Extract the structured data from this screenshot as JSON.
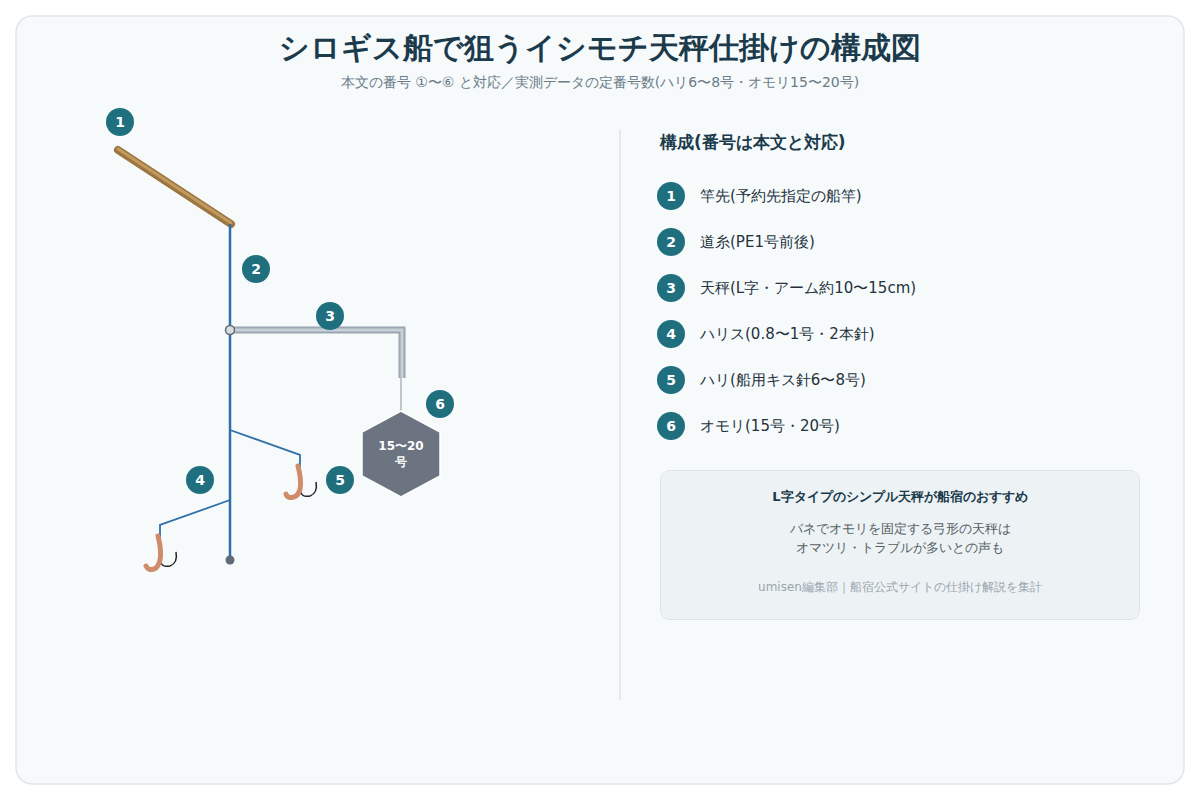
{
  "diagram": {
    "title": "シロギス船で狙うイシモチ天秤仕掛けの構成図",
    "caption": "本文の番号 ①〜⑥ と対応／実測データの定番号数(ハリ6〜8号・オモリ15〜20号)",
    "nodes": [
      {
        "text": [
          "15〜20 号"
        ]
      },
      {
        "text": [
          "L字タイプのシンプル天秤が船宿のおすすめ",
          "バネでオモリを固定する弓形の天秤は オマツリ・トラブルが多いとの声も",
          "umisen編集部｜船宿公式サイトの仕掛け解説を集計"
        ]
      }
    ],
    "edges": [],
    "labels": [
      "1",
      "2",
      "3",
      "4",
      "5",
      "6",
      "構成(番号は本文と対応)",
      "1",
      "竿先(予約先指定の船竿)",
      "2",
      "道糸(PE1号前後)",
      "3",
      "天秤(L字・アーム約10〜15cm)",
      "4",
      "ハリス(0.8〜1号・2本針)",
      "5",
      "ハリ(船用キス針6〜8号)",
      "6",
      "オモリ(15号・20号)"
    ]
  }
}
